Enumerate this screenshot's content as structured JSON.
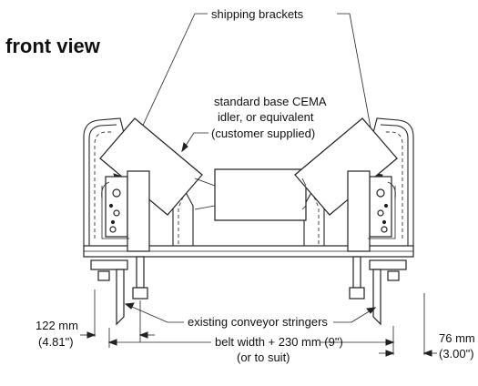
{
  "diagram": {
    "title": "front view",
    "labels": {
      "shipping_brackets": "shipping brackets",
      "idler_line1": "standard base CEMA",
      "idler_line2": "idler, or equivalent",
      "idler_line3": "(customer supplied)",
      "stringers": "existing conveyor stringers",
      "left_dim_mm": "122 mm",
      "left_dim_in": "(4.81\")",
      "right_dim_mm": "76 mm",
      "right_dim_in": "(3.00\")",
      "belt_width_line1": "belt width + 230 mm (9\")",
      "belt_width_line2": "(or to suit)"
    }
  }
}
